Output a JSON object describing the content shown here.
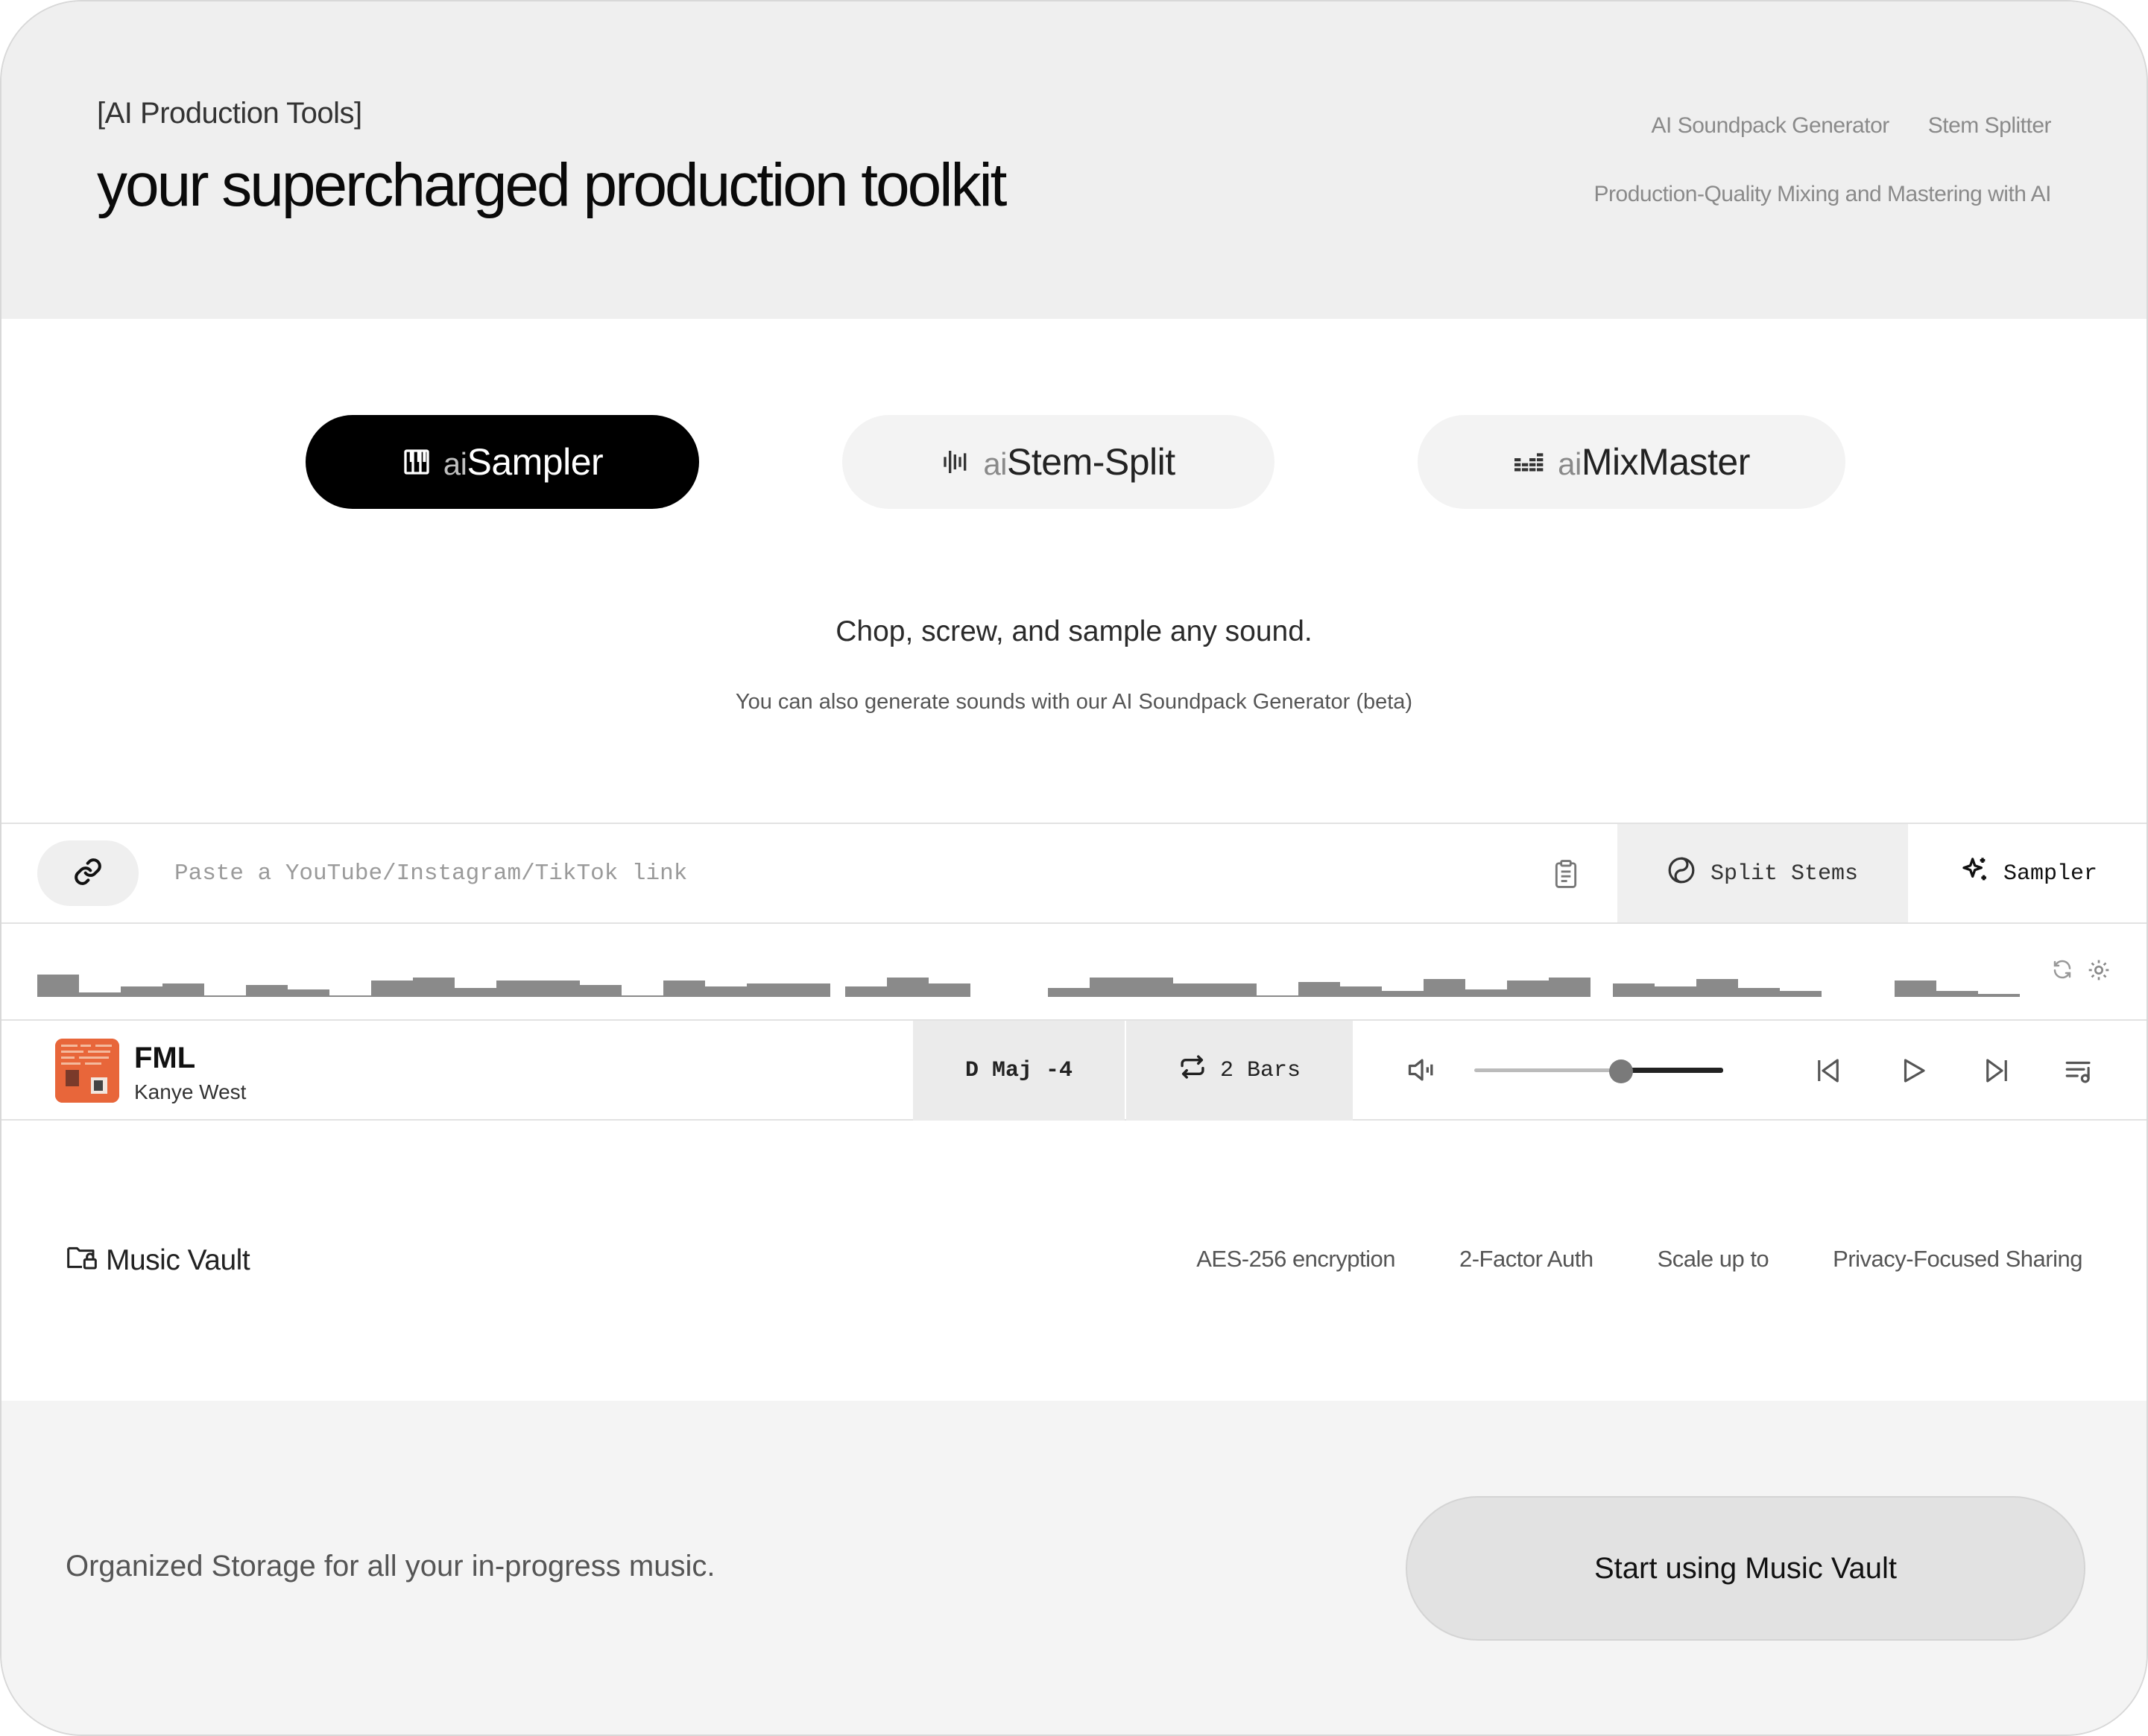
{
  "header": {
    "eyebrow": "[AI Production Tools]",
    "headline": "your supercharged production toolkit",
    "links_row1": [
      "AI Soundpack Generator",
      "Stem Splitter"
    ],
    "links_row2": [
      "Production-Quality Mixing and Mastering with AI"
    ]
  },
  "modes": [
    {
      "prefix": "ai",
      "label": "Sampler",
      "icon": "piano-icon",
      "active": true
    },
    {
      "prefix": "ai",
      "label": "Stem-Split",
      "icon": "waveform-icon",
      "active": false
    },
    {
      "prefix": "ai",
      "label": "MixMaster",
      "icon": "equalizer-icon",
      "active": false
    }
  ],
  "intro": {
    "tagline": "Chop, screw, and sample any sound.",
    "subtagline": "You can also generate sounds with our AI Soundpack Generator (beta)"
  },
  "link_bar": {
    "placeholder": "Paste a YouTube/Instagram/TikTok link",
    "value": "",
    "split_label": "Split Stems",
    "sampler_label": "Sampler"
  },
  "player": {
    "title": "FML",
    "artist": "Kanye West",
    "key": "D Maj -4",
    "bars": "2 Bars",
    "volume": 0.6
  },
  "vault": {
    "title": "Music Vault",
    "features": [
      "AES-256 encryption",
      "2-Factor Auth",
      "Scale up to",
      "Privacy-Focused Sharing"
    ]
  },
  "footer": {
    "text": "Organized Storage for all your in-progress music.",
    "cta": "Start using Music Vault"
  },
  "colors": {
    "accent": "#000000",
    "header_bg": "#efefef",
    "footer_bg": "#f4f4f4",
    "waveform": "#8a8a8a",
    "album_art": "#e8663a"
  }
}
